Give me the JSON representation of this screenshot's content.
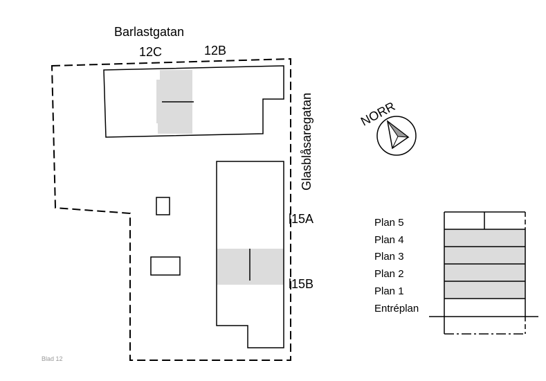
{
  "streets": {
    "north_street": "Barlastgatan",
    "east_street": "Glasblåsaregatan"
  },
  "entrances": {
    "e12c": "12C",
    "e12b": "12B",
    "e15a": "15A",
    "e15b": "15B"
  },
  "compass": {
    "label": "NORR",
    "icon": "north-arrow-icon"
  },
  "section_legend": {
    "levels": [
      "Plan 5",
      "Plan 4",
      "Plan 3",
      "Plan 2",
      "Plan 1",
      "Entréplan"
    ],
    "highlighted_levels": [
      "Plan 4",
      "Plan 3",
      "Plan 2",
      "Plan 1"
    ]
  },
  "footer": {
    "page": "Blad 12"
  },
  "colors": {
    "highlight": "#dcdcdc",
    "line": "#000000",
    "footer_text": "#999999"
  }
}
